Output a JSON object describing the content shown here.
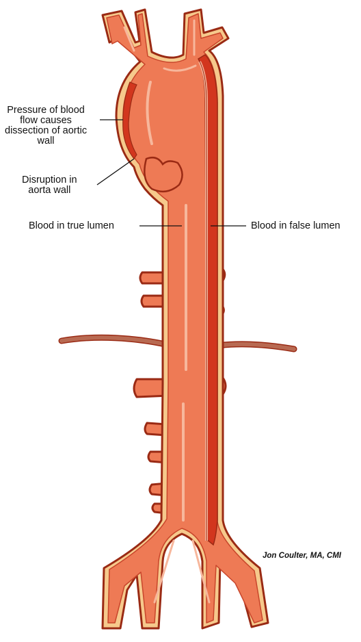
{
  "labels": {
    "pressure": [
      "Pressure of blood",
      "flow causes",
      "dissection of aortic",
      "wall"
    ],
    "disruption": [
      "Disruption in",
      "aorta wall"
    ],
    "true_lumen": "Blood in true lumen",
    "false_lumen": "Blood in false lumen"
  },
  "credit": "Jon Coulter, MA, CMI",
  "colors": {
    "vessel_fill": "#EE7A55",
    "vessel_highlight": "#F7B79C",
    "vessel_outline": "#9A2A14",
    "wall_layer": "#F6C98C",
    "false_lumen_blood": "#D2361E",
    "nerve": "#B86A52"
  }
}
